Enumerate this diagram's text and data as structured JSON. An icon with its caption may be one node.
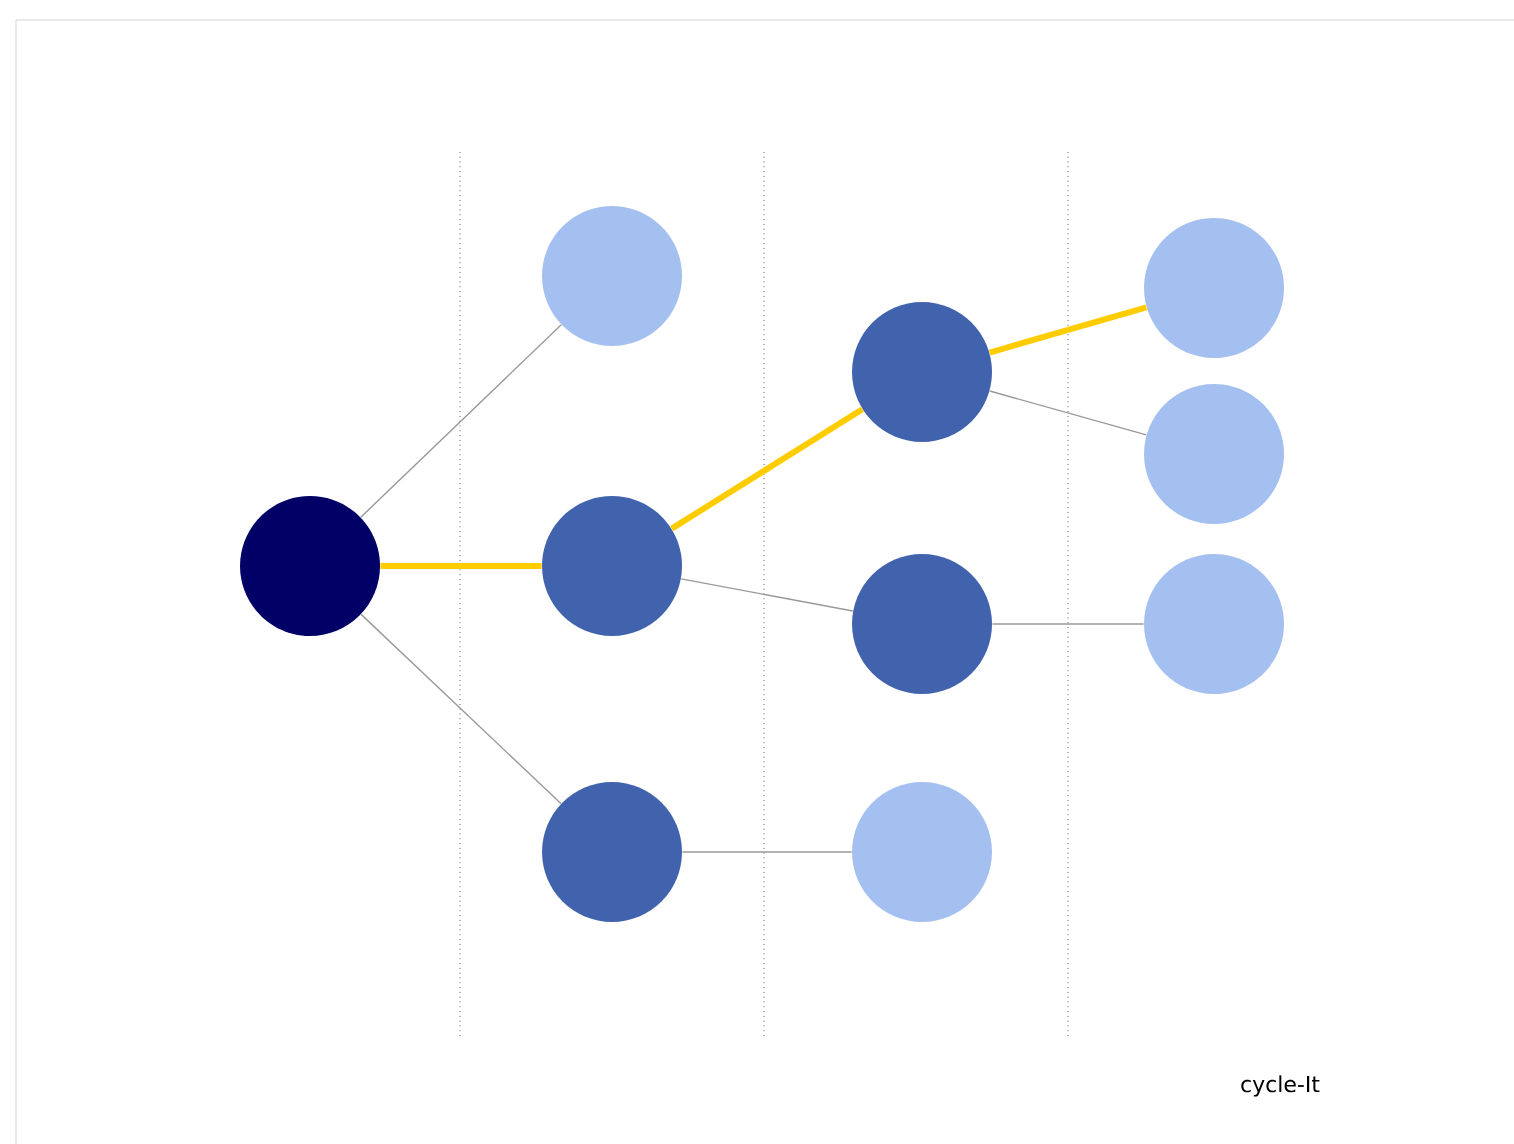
{
  "diagram": {
    "nodes": [
      {
        "text": [],
        "shape": "circle"
      },
      {
        "text": [],
        "shape": "circle"
      },
      {
        "text": [],
        "shape": "circle"
      },
      {
        "text": [],
        "shape": "circle"
      },
      {
        "text": [],
        "shape": "circle"
      },
      {
        "text": [],
        "shape": "circle"
      },
      {
        "text": [],
        "shape": "circle"
      },
      {
        "text": [],
        "shape": "circle"
      },
      {
        "text": [],
        "shape": "circle"
      },
      {
        "text": [],
        "shape": "circle"
      }
    ],
    "edges": [
      {
        "from": 0,
        "to": 1,
        "arrow": "none"
      },
      {
        "from": 0,
        "to": 2,
        "arrow": "none",
        "style": "thick",
        "color": "#ffcc00"
      },
      {
        "from": 0,
        "to": 3,
        "arrow": "none"
      },
      {
        "from": 2,
        "to": 4,
        "arrow": "none",
        "style": "thick",
        "color": "#ffcc00"
      },
      {
        "from": 2,
        "to": 5,
        "arrow": "none"
      },
      {
        "from": 3,
        "to": 6,
        "arrow": "none"
      },
      {
        "from": 4,
        "to": 7,
        "arrow": "none",
        "style": "thick",
        "color": "#ffcc00"
      },
      {
        "from": 4,
        "to": 8,
        "arrow": "none"
      },
      {
        "from": 5,
        "to": 9,
        "arrow": "none"
      }
    ],
    "labels": [
      "cycle-It"
    ]
  }
}
